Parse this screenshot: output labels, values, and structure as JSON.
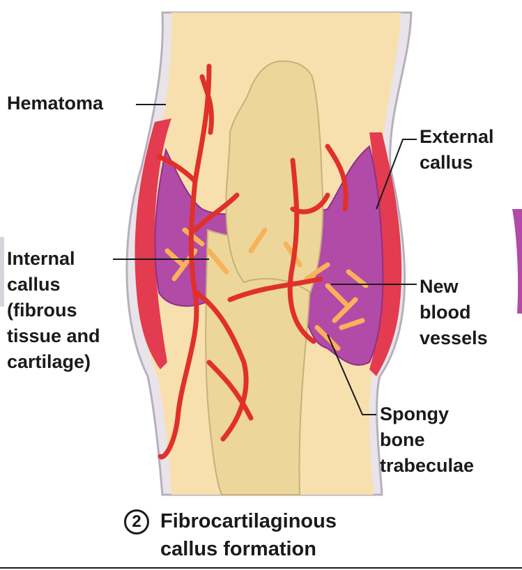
{
  "labels": {
    "hematoma": "Hematoma",
    "external_callus": "External\ncallus",
    "internal_callus": "Internal\ncallus\n(fibrous\ntissue and\ncartilage)",
    "new_blood_vessels": "New\nblood\nvessels",
    "spongy_bone_trabeculae": "Spongy\nbone\ntrabeculae"
  },
  "caption": {
    "step_number": "2",
    "title": "Fibrocartilaginous\ncallus formation"
  },
  "colors": {
    "periosteum": "#e8e4ea",
    "outer_bone": "#f8e0ae",
    "callus": "#b24aa8",
    "callus_dark": "#8f3085",
    "vessel": "#e0302a",
    "trabeculae": "#f7b25a",
    "inner_bone": "#ecd69a",
    "leader": "#1a1a1a"
  }
}
